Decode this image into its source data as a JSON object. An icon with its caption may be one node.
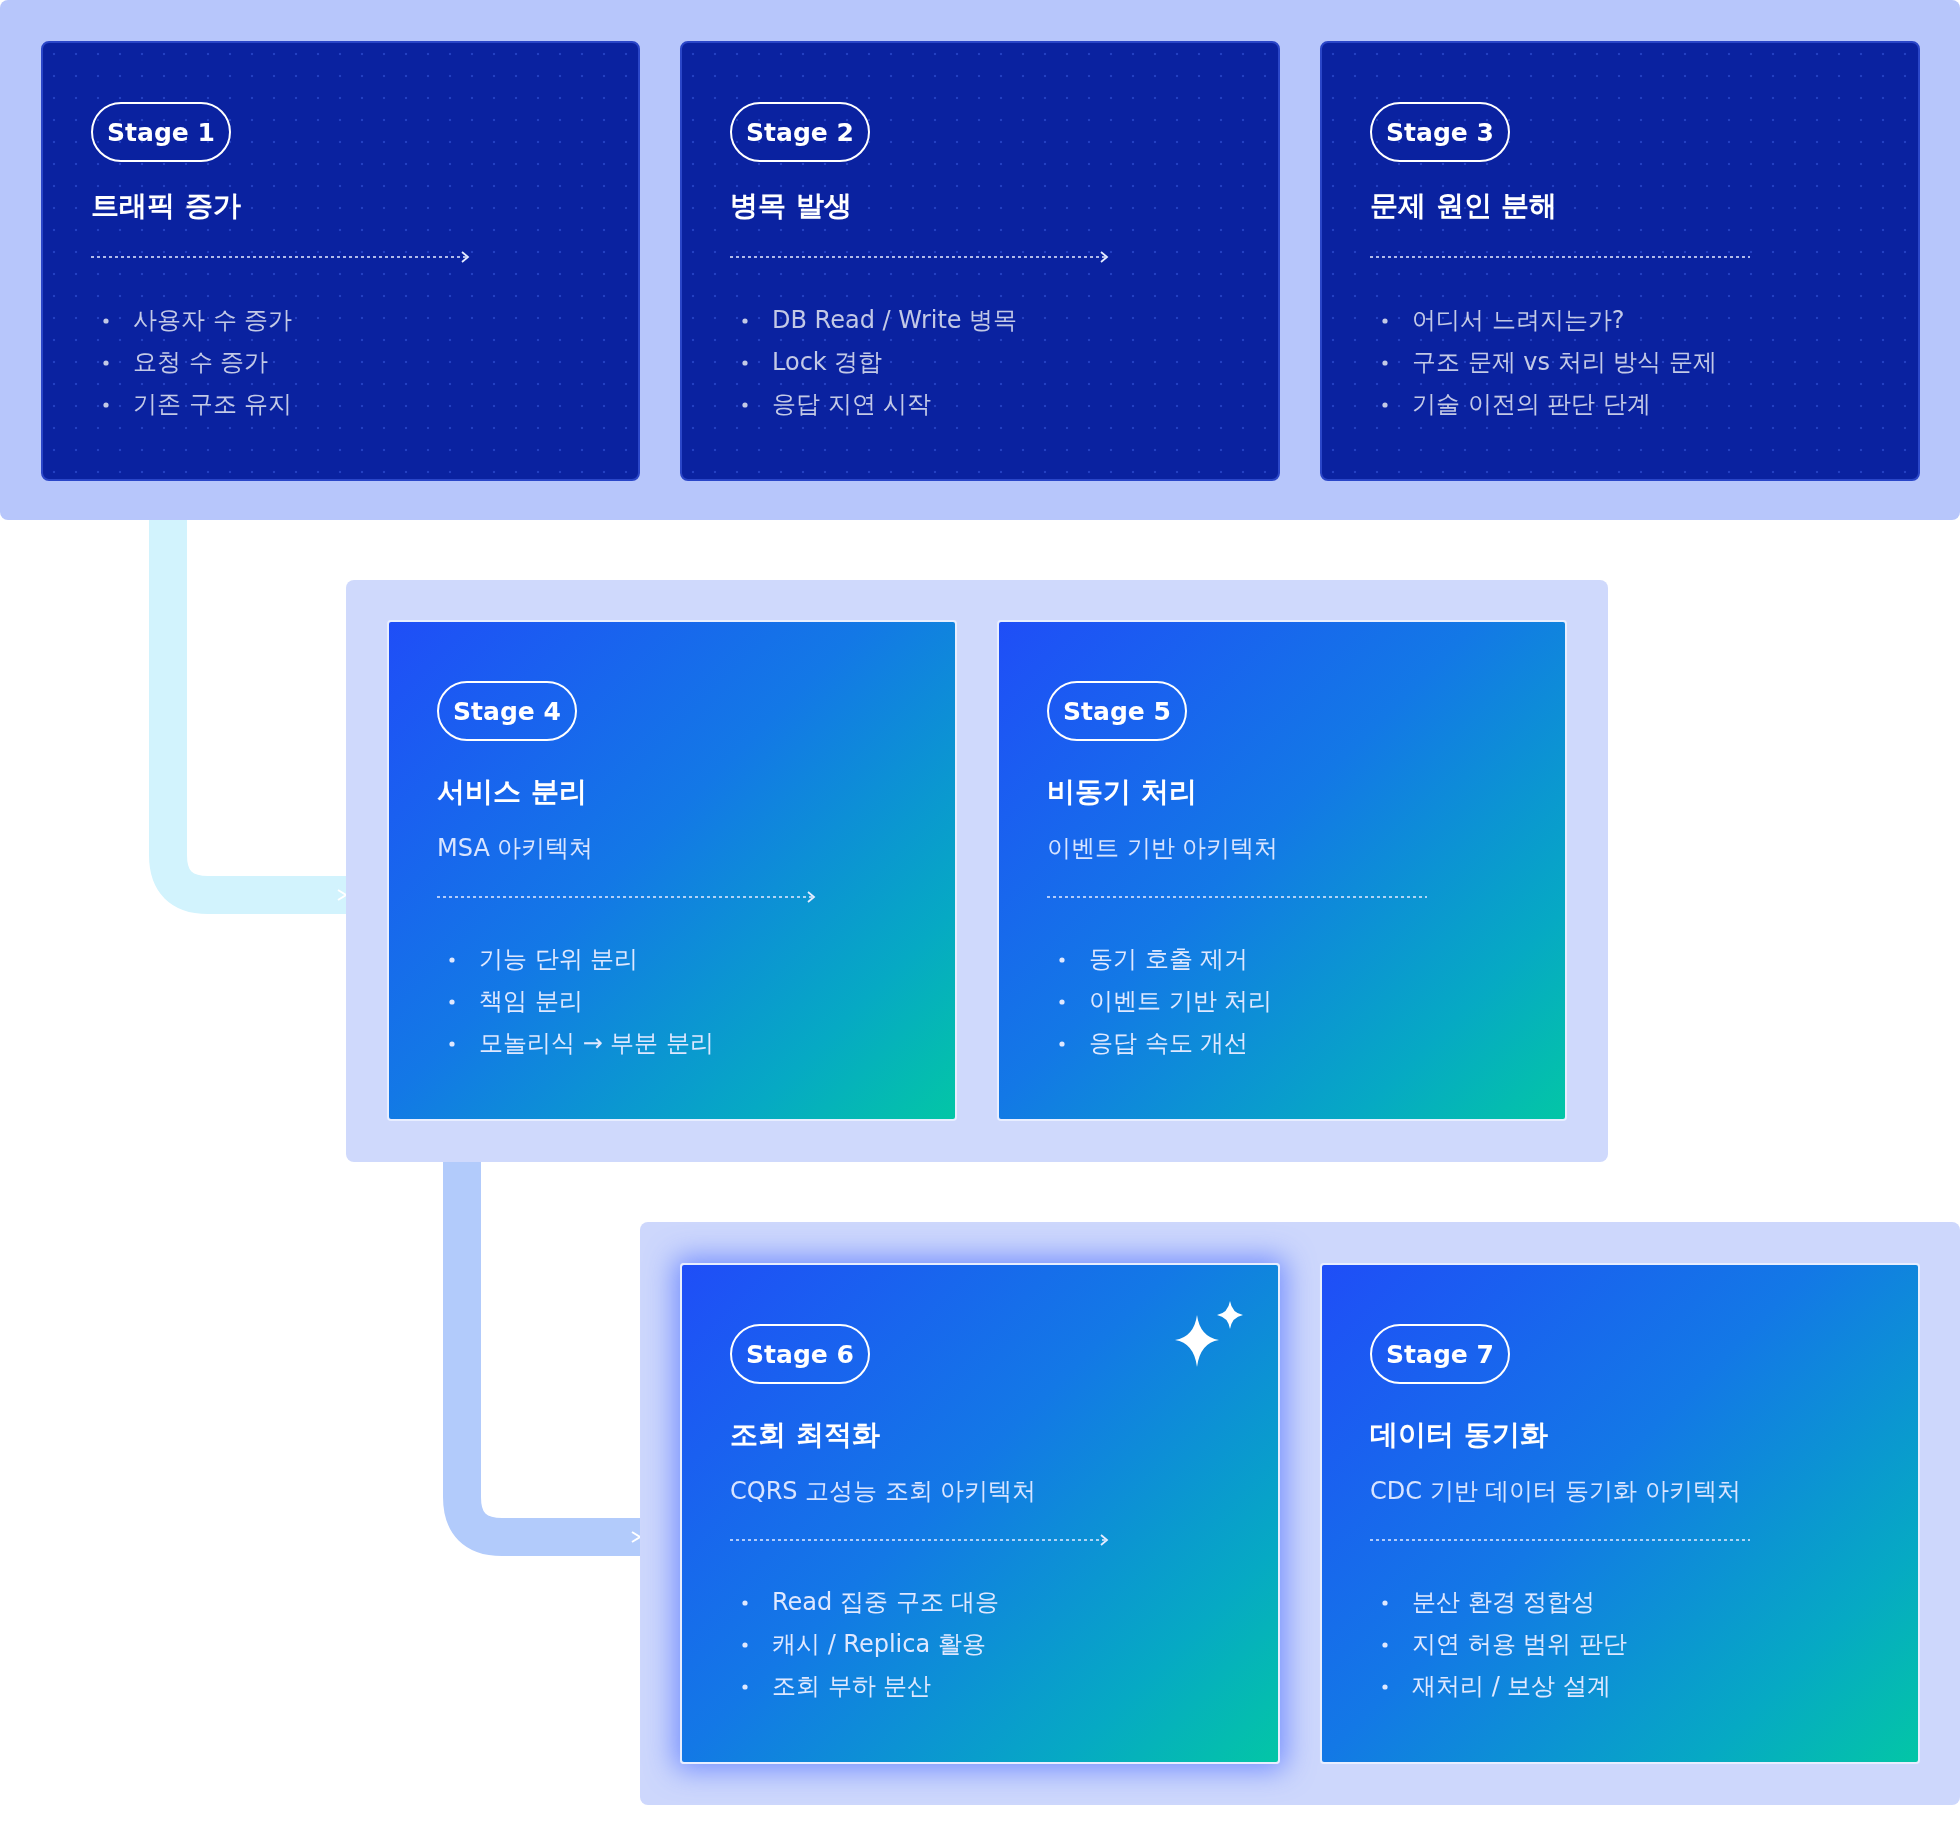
{
  "diagram": {
    "nodes": [
      {
        "text": [],
        "shape": "box"
      },
      {
        "text": [
          "트래픽 증가",
          "사용자 수 증가",
          "요청 수 증가",
          "기존 구조 유지"
        ],
        "in": 0
      },
      {
        "text": [
          "Stage 1"
        ],
        "in": 1
      },
      {
        "text": [
          "병목 발생",
          "DB Read / Write 병목",
          "Lock 경합",
          "응답 지연 시작"
        ],
        "in": 0
      },
      {
        "text": [
          "Stage 2"
        ],
        "in": 3
      },
      {
        "text": [
          "문제 원인 분해",
          "어디서 느려지는가?",
          "구조 문제 vs 처리 방식 문제",
          "기술 이전의 판단 단계"
        ],
        "in": 0
      },
      {
        "text": [
          "Stage 3"
        ],
        "in": 5
      },
      {
        "text": [],
        "shape": "box"
      },
      {
        "text": [
          "서비스 분리",
          "MSA 아키텍쳐",
          "기능 단위 분리",
          "책임 분리",
          "모놀리식 → 부분 분리"
        ],
        "in": 7
      },
      {
        "text": [
          "Stage 4"
        ],
        "in": 8
      },
      {
        "text": [
          "비동기 처리",
          "이벤트 기반 아키텍처",
          "동기 호출 제거",
          "이벤트 기반 처리",
          "응답 속도 개선"
        ],
        "in": 7
      },
      {
        "text": [
          "Stage 5"
        ],
        "in": 10
      },
      {
        "text": [],
        "shape": "box"
      },
      {
        "text": [
          "조회 최적화",
          "CQRS 고성능 조회 아키텍처",
          "Read 집중 구조 대응",
          "캐시 / Replica 활용",
          "조회 부하 분산"
        ],
        "in": 12
      },
      {
        "text": [
          "Stage 6"
        ],
        "in": 13
      },
      {
        "text": [
          "데이터 동기화",
          "CDC 기반 데이터 동기화 아키텍처",
          "분산 환경 정합성",
          "지연 허용 범위 판단",
          "재처리 / 보상 설계"
        ],
        "in": 12
      },
      {
        "text": [
          "Stage 7"
        ],
        "in": 15
      }
    ],
    "edges": [
      {
        "from": 0,
        "to": 7,
        "arrow": "to"
      },
      {
        "from": 7,
        "to": 12,
        "arrow": "to"
      }
    ]
  }
}
